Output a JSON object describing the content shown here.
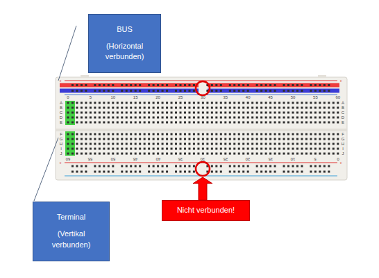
{
  "diagram": {
    "nodes": [
      {
        "text": [
          "BUS",
          "(Horizontal verbunden)"
        ]
      },
      {
        "text": [
          "Terminal",
          "(Vertikal verbunden)"
        ]
      },
      {
        "text": [
          "Nicht verbunden!"
        ]
      }
    ],
    "labels": [
      "0",
      "5",
      "10",
      "15",
      "20",
      "25",
      "30",
      "35",
      "40",
      "45",
      "50",
      "55",
      "60",
      "A",
      "B",
      "C",
      "D",
      "E",
      "A",
      "B",
      "C",
      "D",
      "E",
      "F",
      "G",
      "H",
      "I",
      "J",
      "F",
      "G",
      "H",
      "I",
      "J",
      "60",
      "55",
      "50",
      "45",
      "40",
      "35",
      "30",
      "25",
      "20",
      "15",
      "10",
      "5",
      "0",
      "+",
      "+",
      "+",
      "+"
    ]
  }
}
